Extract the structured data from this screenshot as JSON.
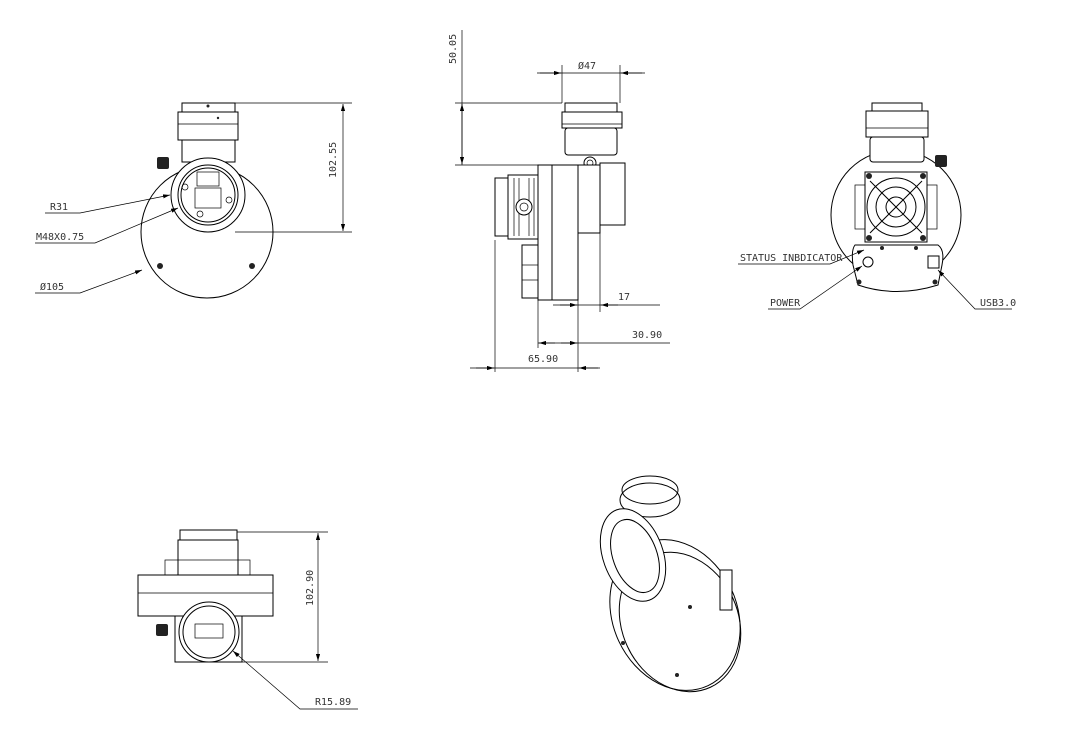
{
  "front_view": {
    "height_dim": "102.55",
    "radius_label": "R31",
    "thread_label": "M48X0.75",
    "diameter_label": "Ø105"
  },
  "side_view": {
    "adapter_height_dim": "50.05",
    "adapter_diameter_dim": "Ø47",
    "dim_17": "17",
    "dim_30_90": "30.90",
    "dim_65_90": "65.90"
  },
  "back_view": {
    "status_label": "STATUS INBDICATOR",
    "power_label": "POWER",
    "usb_label": "USB3.0"
  },
  "bottom_view": {
    "height_dim": "102.90",
    "radius_label": "R15.89"
  }
}
